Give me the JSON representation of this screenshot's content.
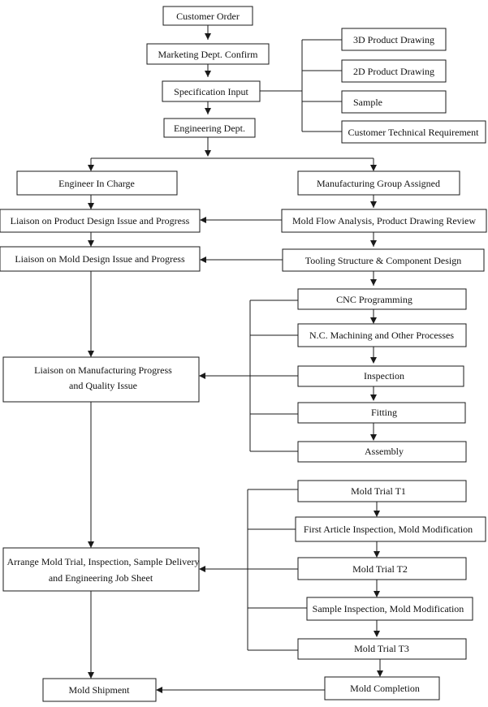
{
  "nodes": {
    "customer_order": "Customer Order",
    "marketing_confirm": "Marketing Dept. Confirm",
    "specification_input": "Specification Input",
    "engineering_dept": "Engineering Dept.",
    "drawing_3d": "3D Product Drawing",
    "drawing_2d": "2D Product Drawing",
    "sample": "Sample",
    "customer_tech_req": "Customer Technical Requirement",
    "engineer_in_charge": "Engineer In Charge",
    "manufacturing_group": "Manufacturing Group Assigned",
    "liaison_product_design": "Liaison on Product Design Issue and Progress",
    "mold_flow_analysis": "Mold Flow Analysis, Product Drawing Review",
    "liaison_mold_design": "Liaison on Mold Design Issue and Progress",
    "tooling_structure": "Tooling Structure & Component Design",
    "cnc_programming": "CNC Programming",
    "nc_machining": "N.C. Machining and Other Processes",
    "liaison_manufacturing_1": "Liaison on Manufacturing Progress",
    "liaison_manufacturing_2": "and Quality Issue",
    "inspection": "Inspection",
    "fitting": "Fitting",
    "assembly": "Assembly",
    "mold_trial_t1": "Mold Trial T1",
    "first_article_inspection": "First Article Inspection, Mold Modification",
    "arrange_mold_trial_1": "Arrange Mold Trial, Inspection, Sample Delivery",
    "arrange_mold_trial_2": "and Engineering Job Sheet",
    "mold_trial_t2": "Mold Trial T2",
    "sample_inspection": "Sample Inspection, Mold Modification",
    "mold_trial_t3": "Mold Trial T3",
    "mold_shipment": "Mold Shipment",
    "mold_completion": "Mold Completion"
  }
}
